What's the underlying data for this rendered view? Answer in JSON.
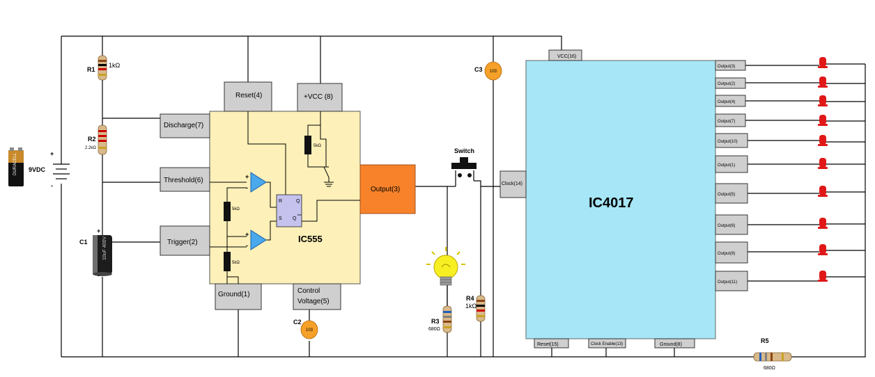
{
  "colors": {
    "ic555_body": "#fdf0b8",
    "ic4017_body": "#a6e6f7",
    "output_block": "#f7822a",
    "comparator": "#4aa8ec",
    "flipflop": "#c5c2ee",
    "pin_fill": "#cfcfcf",
    "led": "#e01818",
    "ceramic_cap": "#f5a028"
  },
  "ic555": {
    "name": "IC555",
    "pins": {
      "reset": "Reset(4)",
      "vcc": "+VCC (8)",
      "discharge": "Discharge(7)",
      "threshold": "Threshold(6)",
      "trigger": "Trigger(2)",
      "ground": "Ground(1)",
      "control_line1": "Control",
      "control_line2": "Voltage(5)",
      "output": "Output(3)"
    },
    "internal": {
      "r_top": "5kΩ",
      "r_mid": "5kΩ",
      "r_bot": "5kΩ",
      "plus1": "+",
      "minus1": "-",
      "plus2": "+",
      "minus2": "-",
      "ff_r": "R",
      "ff_q": "Q",
      "ff_s": "S",
      "ff_qbar": "Q",
      "ff_bar": "bar"
    }
  },
  "ic4017": {
    "name": "IC4017",
    "pins": {
      "vcc": "VCC(16)",
      "clock": "Clock(14)",
      "reset": "Reset(15)",
      "clock_enable": "Clock Enable(13)",
      "ground": "Ground(8)"
    },
    "outputs": [
      "Output(3)",
      "Output(2)",
      "Output(4)",
      "Output(7)",
      "Output(10)",
      "Output(1)",
      "Output(5)",
      "Output(6)",
      "Output(9)",
      "Output(11)"
    ]
  },
  "battery": {
    "label": "9VDC",
    "plus": "+",
    "minus": "-",
    "brand": "DURACELL"
  },
  "components": {
    "r1": {
      "name": "R1",
      "value": "1kΩ"
    },
    "r2": {
      "name": "R2",
      "value": "2.2kΩ"
    },
    "c1": {
      "name": "C1",
      "plus": "+",
      "minus": "-",
      "body": "10uF 400V"
    },
    "c2": {
      "name": "C2",
      "code": "103"
    },
    "c3": {
      "name": "C3",
      "code": "103"
    },
    "switch": {
      "name": "Switch"
    },
    "r3": {
      "name": "R3",
      "value": "680Ω"
    },
    "r4": {
      "name": "R4",
      "value": "1kΩ"
    },
    "r5": {
      "name": "R5",
      "value": "680Ω"
    }
  }
}
